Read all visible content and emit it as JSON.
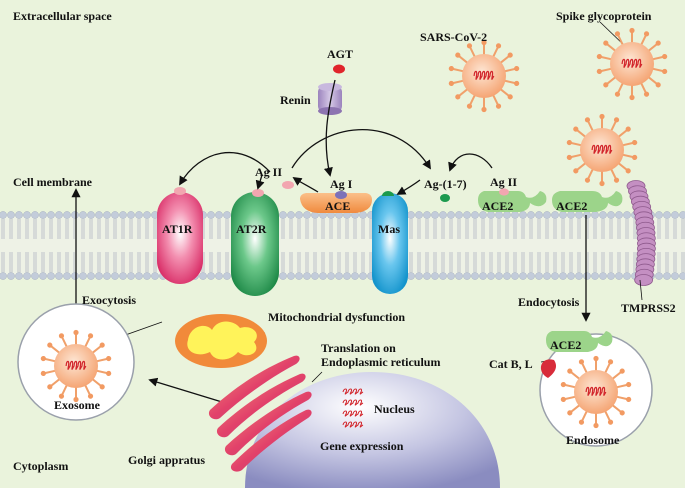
{
  "labels": {
    "extracellular": "Extracellular space",
    "cytoplasm": "Cytoplasm",
    "cell_membrane": "Cell membrane",
    "exocytosis": "Exocytosis",
    "exosome": "Exosome",
    "golgi": "Golgi appratus",
    "mitochondrial": "Mitochondrial dysfunction",
    "translation_line1": "Translation on",
    "translation_line2": "Endoplasmic reticulum",
    "nucleus": "Nucleus",
    "gene_expression": "Gene expression",
    "agt": "AGT",
    "renin": "Renin",
    "ag_ii_left": "Ag II",
    "ag_i": "Ag I",
    "ace": "ACE",
    "ag_1_7": "Ag-(1-7)",
    "ag_ii_right": "Ag II",
    "at1r": "AT1R",
    "at2r": "AT2R",
    "mas": "Mas",
    "ace2_membrane": "ACE2",
    "ace2_virus": "ACE2",
    "ace2_endosome": "ACE2",
    "sars": "SARS-CoV-2",
    "spike": "Spike glycoprotein",
    "endocytosis": "Endocytosis",
    "tmprss2": "TMPRSS2",
    "cat": "Cat B, L",
    "endosome": "Endosome"
  },
  "colors": {
    "background": "#eaf3dc",
    "membrane_head": "#c3ccda",
    "virus_body": "#f7b48a",
    "virus_spike": "#f29a62",
    "at1r": "#e2457a",
    "at2r": "#2f9a55",
    "mas": "#22a3d6",
    "ace": "#f49a55",
    "ace2": "#9cd48a",
    "tmprss2": "#b07aae",
    "renin": "#b49ccb",
    "agt_dot": "#e0242b",
    "ag_pink": "#f2a6b0",
    "ag_green": "#1c9a4e",
    "nucleus": "#9a9cc8",
    "cat": "#d82c3a"
  }
}
